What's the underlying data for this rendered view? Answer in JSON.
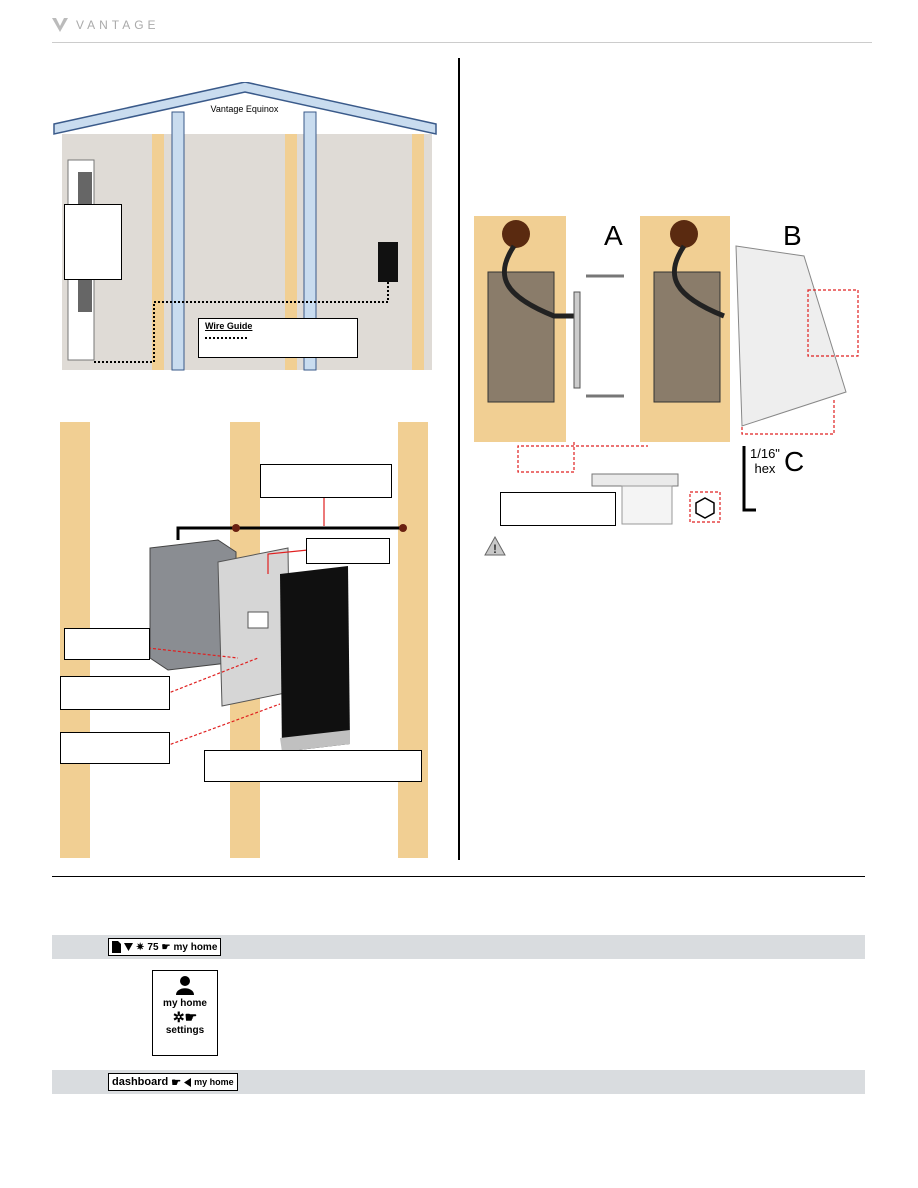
{
  "header": {
    "brand": "VANTAGE"
  },
  "house": {
    "title": "Vantage Equinox",
    "wire_guide": "Wire Guide"
  },
  "install": {
    "label_a": "A",
    "label_b": "B",
    "label_c": "C",
    "hex_line1": "1/16\"",
    "hex_line2": "hex"
  },
  "bar1": {
    "brightness": "75",
    "target": "my home"
  },
  "menu_card": {
    "item1": "my home",
    "item2": "settings"
  },
  "bar2": {
    "source": "dashboard",
    "target": "my home"
  },
  "colors": {
    "stud": "#f1cf93",
    "wall": "#dfdbd6",
    "roof": "#c9dcef",
    "bar_bg": "#d9dcdf",
    "dash_red": "#e02020"
  }
}
